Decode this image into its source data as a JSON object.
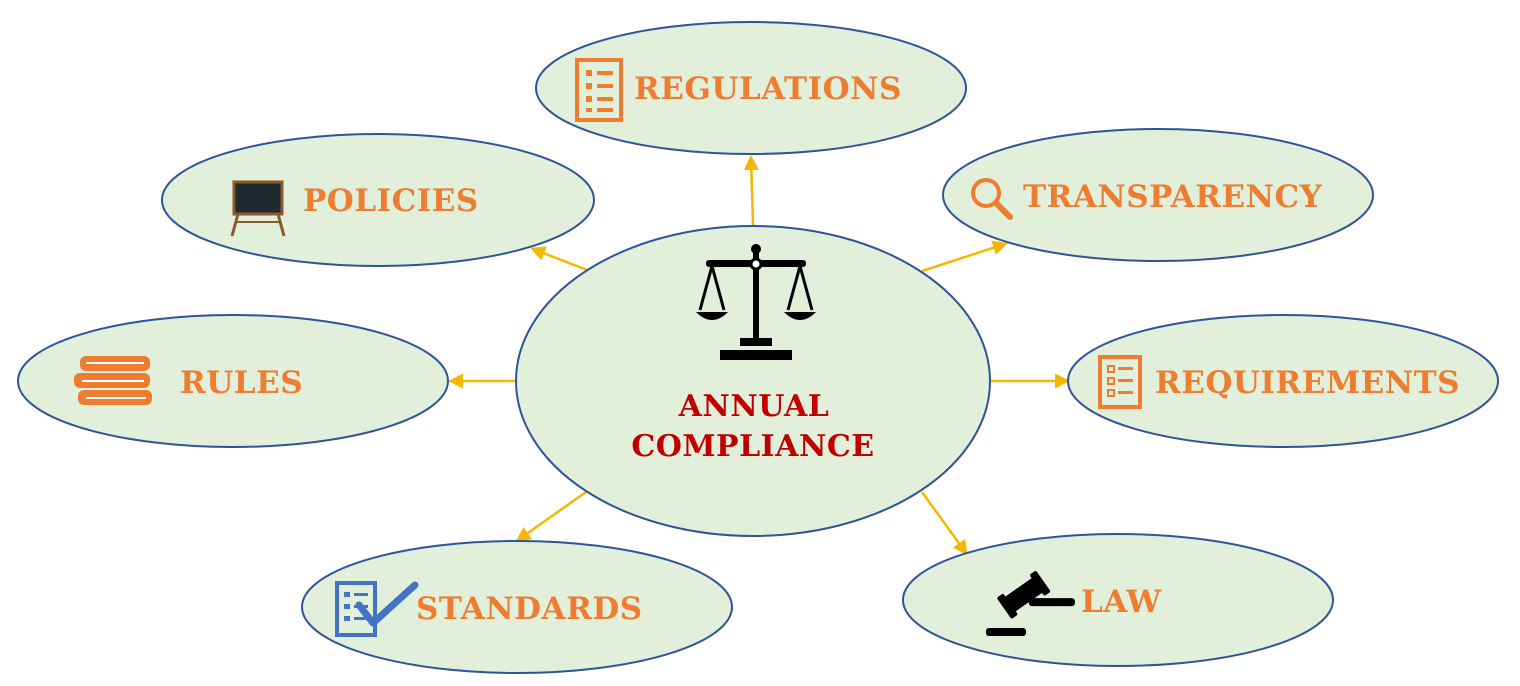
{
  "center": {
    "lines": [
      "ANNUAL",
      "COMPLIANCE"
    ],
    "icon": "scales-of-justice-icon",
    "text_color": "#C00000"
  },
  "nodes": [
    {
      "id": "regulations",
      "label": "REGULATIONS",
      "icon": "checklist-document-icon"
    },
    {
      "id": "policies",
      "label": "POLICIES",
      "icon": "chalkboard-icon"
    },
    {
      "id": "transparency",
      "label": "TRANSPARENCY",
      "icon": "magnifier-icon"
    },
    {
      "id": "rules",
      "label": "RULES",
      "icon": "book-stack-icon"
    },
    {
      "id": "requirements",
      "label": "REQUIREMENTS",
      "icon": "checklist-icon"
    },
    {
      "id": "standards",
      "label": "STANDARDS",
      "icon": "checked-list-icon"
    },
    {
      "id": "law",
      "label": "LAW",
      "icon": "gavel-icon"
    }
  ],
  "colors": {
    "bubble_fill": "#E2EFDA",
    "bubble_stroke": "#2F5597",
    "label": "#ED7D31",
    "arrow": "#F5B800",
    "center_text": "#C00000"
  }
}
